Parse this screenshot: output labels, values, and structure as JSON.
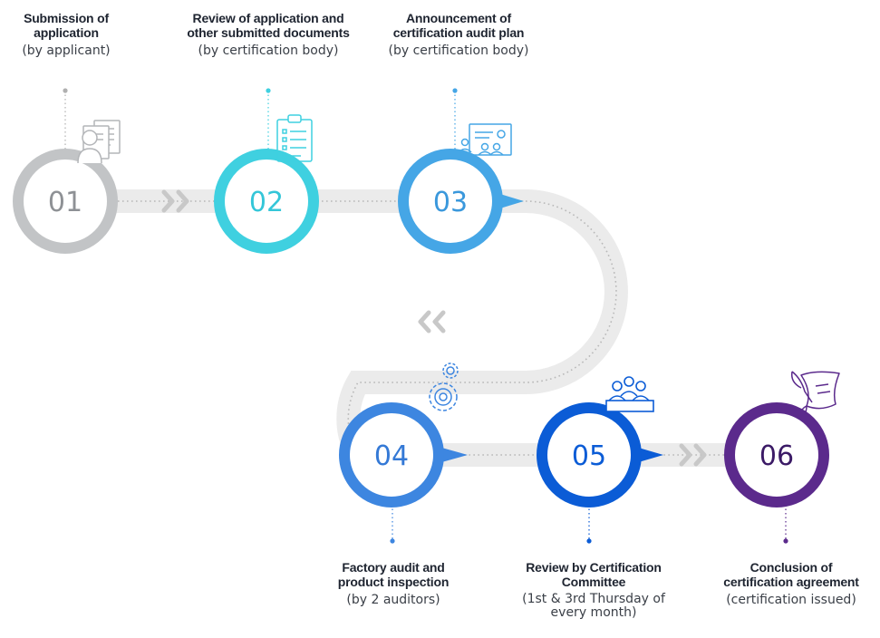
{
  "steps": [
    {
      "number": "01",
      "title_lines": [
        "Submission of",
        "application"
      ],
      "sub": "(by applicant)",
      "color": "#c2c4c6",
      "icon": "document-person-icon"
    },
    {
      "number": "02",
      "title_lines": [
        "Review of application and",
        "other submitted documents"
      ],
      "sub": "(by certification body)",
      "color": "#3fd0e0",
      "icon": "clipboard-checklist-icon"
    },
    {
      "number": "03",
      "title_lines": [
        "Announcement of",
        "certification audit plan"
      ],
      "sub": "(by certification body)",
      "color": "#45a6e6",
      "icon": "presentation-board-icon"
    },
    {
      "number": "04",
      "title_lines": [
        "Factory audit and",
        "product inspection"
      ],
      "sub": "(by 2 auditors)",
      "color": "#3d86e0",
      "icon": "gears-icon"
    },
    {
      "number": "05",
      "title_lines": [
        "Review by Certification",
        "Committee"
      ],
      "sub_lines": [
        "(1st & 3rd Thursday of",
        "every month)"
      ],
      "color": "#0b5cd6",
      "icon": "committee-icon"
    },
    {
      "number": "06",
      "title_lines": [
        "Conclusion of",
        "certification agreement"
      ],
      "sub": "(certification issued)",
      "color": "#5b2a8c",
      "icon": "quill-scroll-icon"
    }
  ],
  "colors": {
    "road": "#ebebeb",
    "road_dots": "#b8b8b8",
    "text": "#1e2430"
  }
}
